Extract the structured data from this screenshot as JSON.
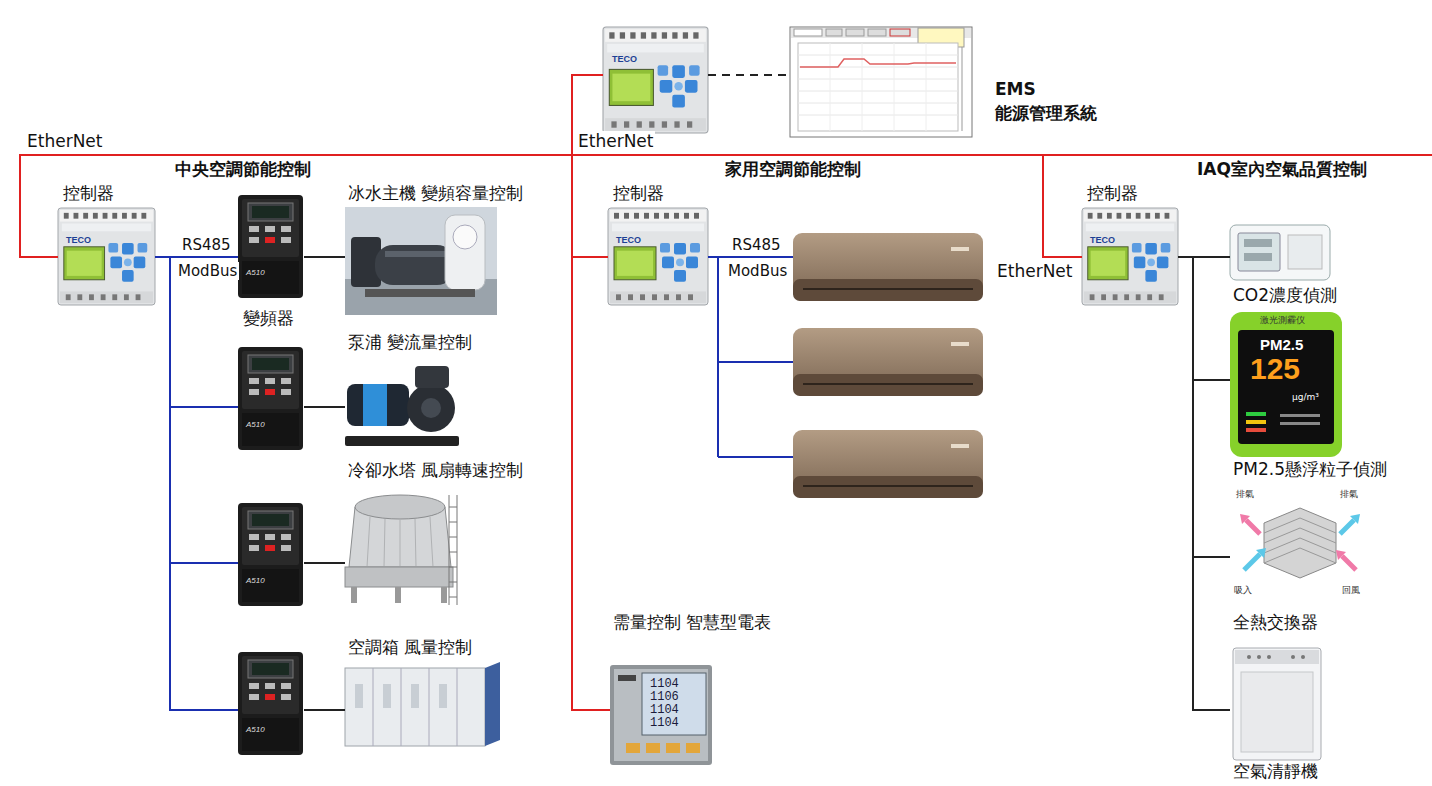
{
  "diagram": {
    "nodes": [
      {
        "text": [
          "TECO"
        ]
      },
      {
        "text": [
          "EMS",
          "能源管理系統"
        ]
      },
      {
        "text": [
          "控制器",
          "TECO"
        ]
      },
      {
        "text": [
          "A510",
          "變頻器"
        ]
      },
      {
        "text": [
          "冰水主機 變頻容量控制"
        ]
      },
      {
        "text": [
          "A510"
        ]
      },
      {
        "text": [
          "泵浦 變流量控制"
        ]
      },
      {
        "text": [
          "A510"
        ]
      },
      {
        "text": [
          "冷卻水塔 風扇轉速控制"
        ]
      },
      {
        "text": [
          "A510"
        ]
      },
      {
        "text": [
          "空調箱 風量控制"
        ]
      },
      {
        "text": [
          "控制器",
          "TECO"
        ]
      },
      {
        "text": [
          "需量控制 智慧型電表",
          "1104",
          "1106",
          "1104",
          "1104"
        ]
      },
      {
        "text": [
          "控制器",
          "TECO"
        ]
      },
      {
        "text": [
          "CO2濃度偵測"
        ]
      },
      {
        "text": [
          "激光測霾仪",
          "PM2.5",
          "125",
          "μg/m³",
          "PM2.5懸浮粒子偵測"
        ]
      },
      {
        "text": [
          "排氣",
          "排氣",
          "吸入",
          "回風",
          "全熱交換器"
        ]
      },
      {
        "text": [
          "空氣清靜機"
        ]
      }
    ],
    "edges": [
      {
        "from": 0,
        "to": 1,
        "arrow": "none"
      },
      {
        "from": 0,
        "to": 2,
        "arrow": "none"
      },
      {
        "from": 0,
        "to": 11,
        "arrow": "none"
      },
      {
        "from": 0,
        "to": 12,
        "arrow": "none"
      },
      {
        "from": 0,
        "to": 13,
        "arrow": "none"
      },
      {
        "from": 2,
        "to": 3,
        "arrow": "none"
      },
      {
        "from": 2,
        "to": 5,
        "arrow": "none"
      },
      {
        "from": 2,
        "to": 7,
        "arrow": "none"
      },
      {
        "from": 2,
        "to": 9,
        "arrow": "none"
      },
      {
        "from": 3,
        "to": 4,
        "arrow": "none"
      },
      {
        "from": 5,
        "to": 6,
        "arrow": "none"
      },
      {
        "from": 7,
        "to": 8,
        "arrow": "none"
      },
      {
        "from": 9,
        "to": 10,
        "arrow": "none"
      },
      {
        "from": 13,
        "to": 14,
        "arrow": "none"
      },
      {
        "from": 13,
        "to": 15,
        "arrow": "none"
      },
      {
        "from": 13,
        "to": 16,
        "arrow": "none"
      },
      {
        "from": 13,
        "to": 17,
        "arrow": "none"
      }
    ],
    "labels": [
      "EtherNet",
      "EtherNet",
      "EtherNet",
      "中央空調節能控制",
      "家用空調節能控制",
      "IAQ室內空氣品質控制",
      "RS485",
      "ModBus",
      "RS485",
      "ModBus"
    ]
  }
}
